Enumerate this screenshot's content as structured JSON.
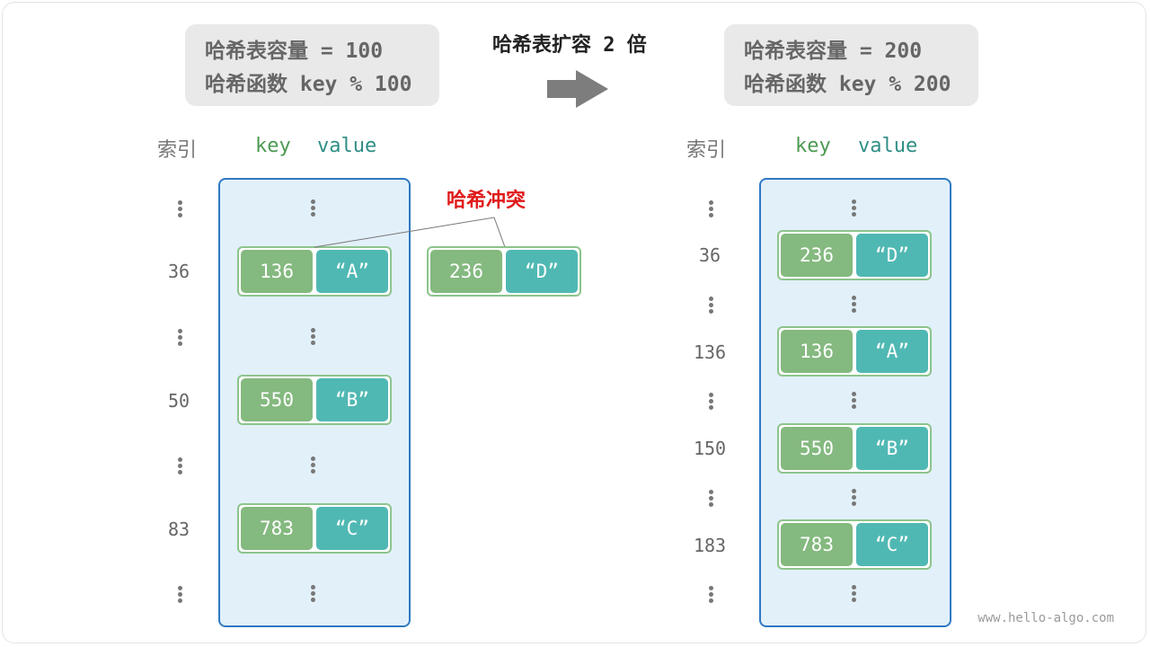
{
  "left_info": {
    "line1": "哈希表容量 = 100",
    "line2": "哈希函数 key % 100"
  },
  "right_info": {
    "line1": "哈希表容量 = 200",
    "line2": "哈希函数 key % 200"
  },
  "title": "哈希表扩容 2 倍",
  "headers": {
    "index": "索引",
    "key": "key",
    "value": "value"
  },
  "conflict_label": "哈希冲突",
  "left_table": {
    "rows": [
      {
        "index": "36",
        "key": "136",
        "value": "“A”"
      },
      {
        "index": "50",
        "key": "550",
        "value": "“B”"
      },
      {
        "index": "83",
        "key": "783",
        "value": "“C”"
      }
    ]
  },
  "overflow_entry": {
    "key": "236",
    "value": "“D”"
  },
  "right_table": {
    "rows": [
      {
        "index": "36",
        "key": "236",
        "value": "“D”"
      },
      {
        "index": "136",
        "key": "136",
        "value": "“A”"
      },
      {
        "index": "150",
        "key": "550",
        "value": "“B”"
      },
      {
        "index": "183",
        "key": "783",
        "value": "“C”"
      }
    ]
  },
  "watermark": "www.hello-algo.com",
  "colors": {
    "key_cell": "#84b97f",
    "value_cell": "#50b8b3",
    "table_border": "#2f79c2",
    "table_fill": "#e2f0fa",
    "conflict": "#e01b1b"
  }
}
